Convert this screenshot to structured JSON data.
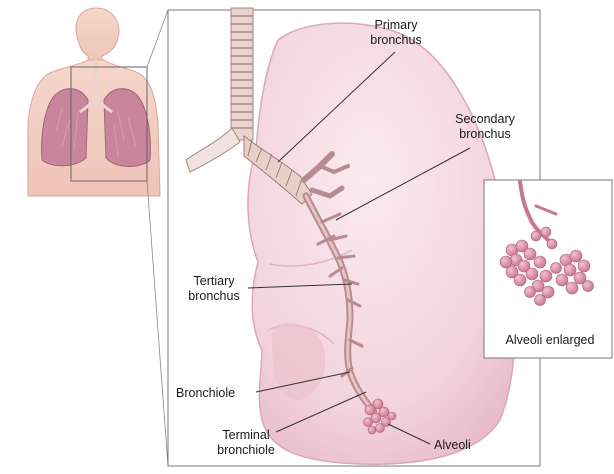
{
  "labels": {
    "primary_bronchus": [
      "Primary",
      "bronchus"
    ],
    "secondary_bronchus": [
      "Secondary",
      "bronchus"
    ],
    "tertiary_bronchus": [
      "Tertiary",
      "bronchus"
    ],
    "bronchiole": "Bronchiole",
    "terminal_bronchiole": [
      "Terminal",
      "bronchiole"
    ],
    "alveoli": "Alveoli"
  },
  "inset": {
    "caption": "Alveoli enlarged"
  },
  "colors": {
    "lung_fill": "#f6dbe3",
    "airway": "#c99ba3",
    "alveoli": "#d98aa0",
    "skin": "#f3ccc2",
    "leader": "#333333"
  }
}
